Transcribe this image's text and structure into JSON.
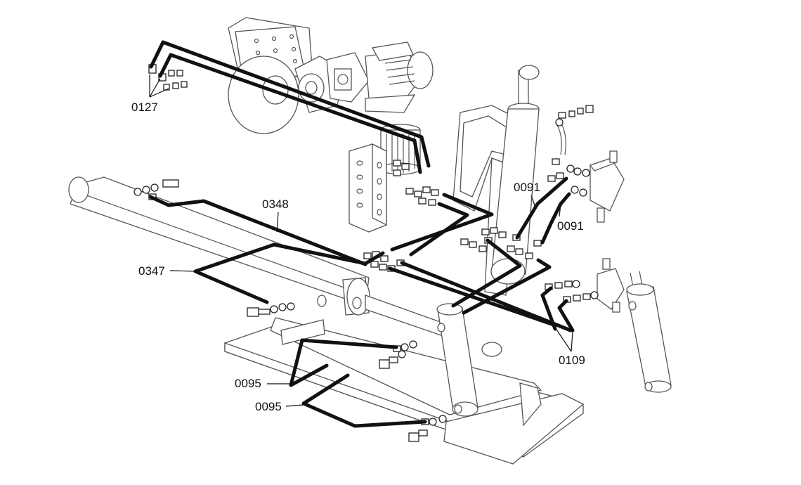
{
  "labels": {
    "part_0127": "0127",
    "part_0348": "0348",
    "part_0347": "0347",
    "part_0091_upper": "0091",
    "part_0091_lower": "0091",
    "part_0109": "0109",
    "part_0095_upper": "0095",
    "part_0095_lower": "0095"
  },
  "colors": {
    "hose": "#111111",
    "outline": "#555555",
    "label": "#111111"
  }
}
